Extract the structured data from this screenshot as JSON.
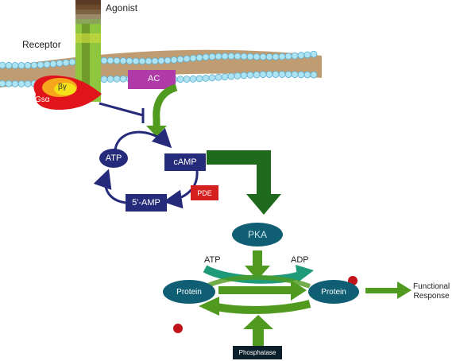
{
  "labels": {
    "agonist": "Agonist",
    "receptor": "Receptor",
    "beta_gamma": "βγ",
    "g_alpha": "Gsα",
    "ac": "AC",
    "atp_cycle": "ATP",
    "camp": "cAMP",
    "amp5": "5'-AMP",
    "pde": "PDE",
    "pka": "PKA",
    "atp_pka": "ATP",
    "adp_pka": "ADP",
    "protein_left": "Protein",
    "protein_right": "Protein",
    "phosphatase": "Phosphatase",
    "functional_response": "Functional\nResponse"
  },
  "colors": {
    "membrane_bead": "#aee3f2",
    "membrane_core": "#b58b5a",
    "receptor_green": "#8fc63f",
    "receptor_dark": "#5a7a1e",
    "navy": "#262a7a",
    "dark_teal": "#0f5e73",
    "green_arrow": "#4f9a1f",
    "dark_green": "#1e6b1e",
    "teal_arrow": "#1f9a7a",
    "pde_red": "#d41f1f",
    "ac_magenta": "#b03aa8",
    "phosphate_red": "#c1141a",
    "g_red": "#e0141a",
    "beta_yellow": "#f5e11a"
  }
}
